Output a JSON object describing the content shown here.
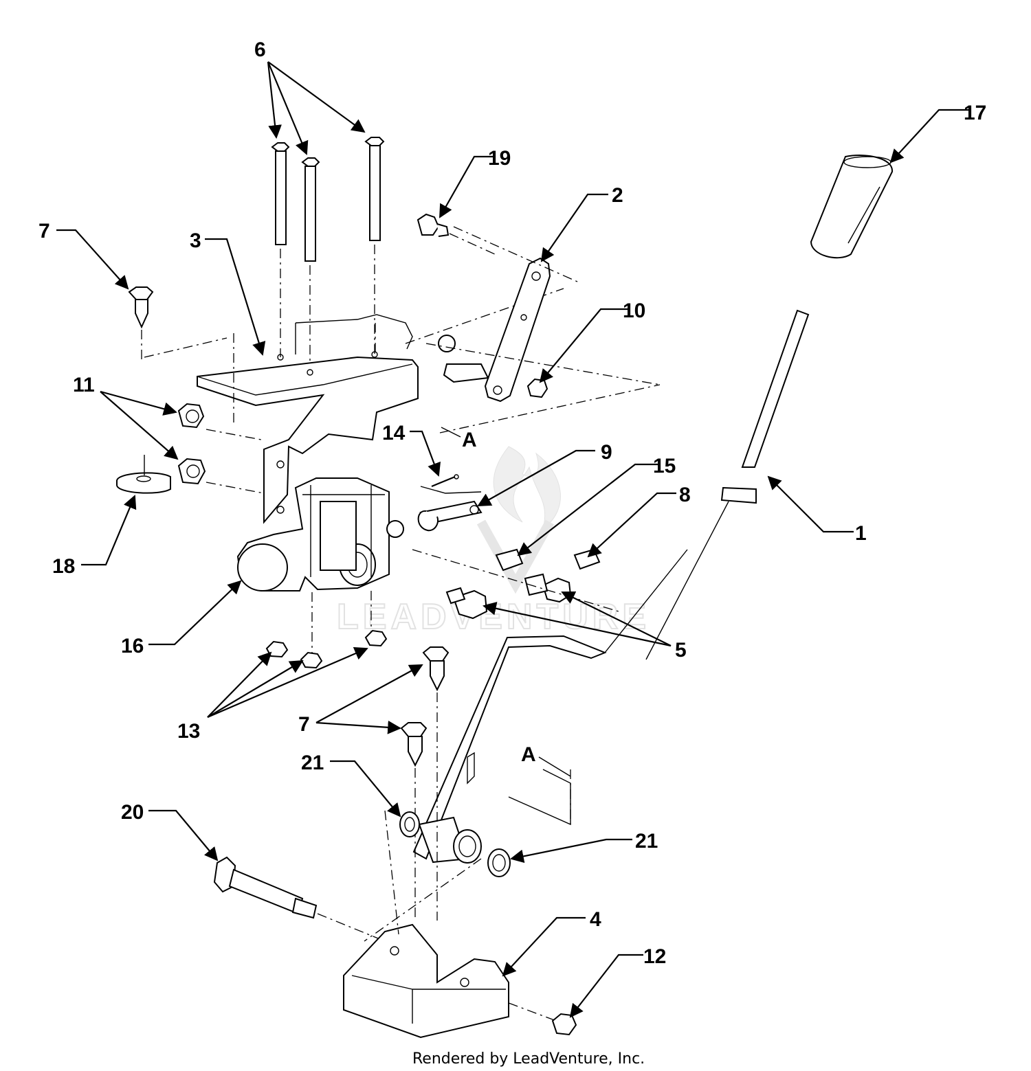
{
  "diagram": {
    "callouts": [
      "1",
      "2",
      "3",
      "4",
      "5",
      "6",
      "7",
      "7",
      "8",
      "9",
      "10",
      "11",
      "12",
      "13",
      "14",
      "15",
      "16",
      "17",
      "18",
      "19",
      "20",
      "21",
      "21"
    ],
    "section_markers": [
      "A",
      "A"
    ],
    "watermark": "LEADVENTURE",
    "footer": "Rendered by LeadVenture, Inc."
  }
}
